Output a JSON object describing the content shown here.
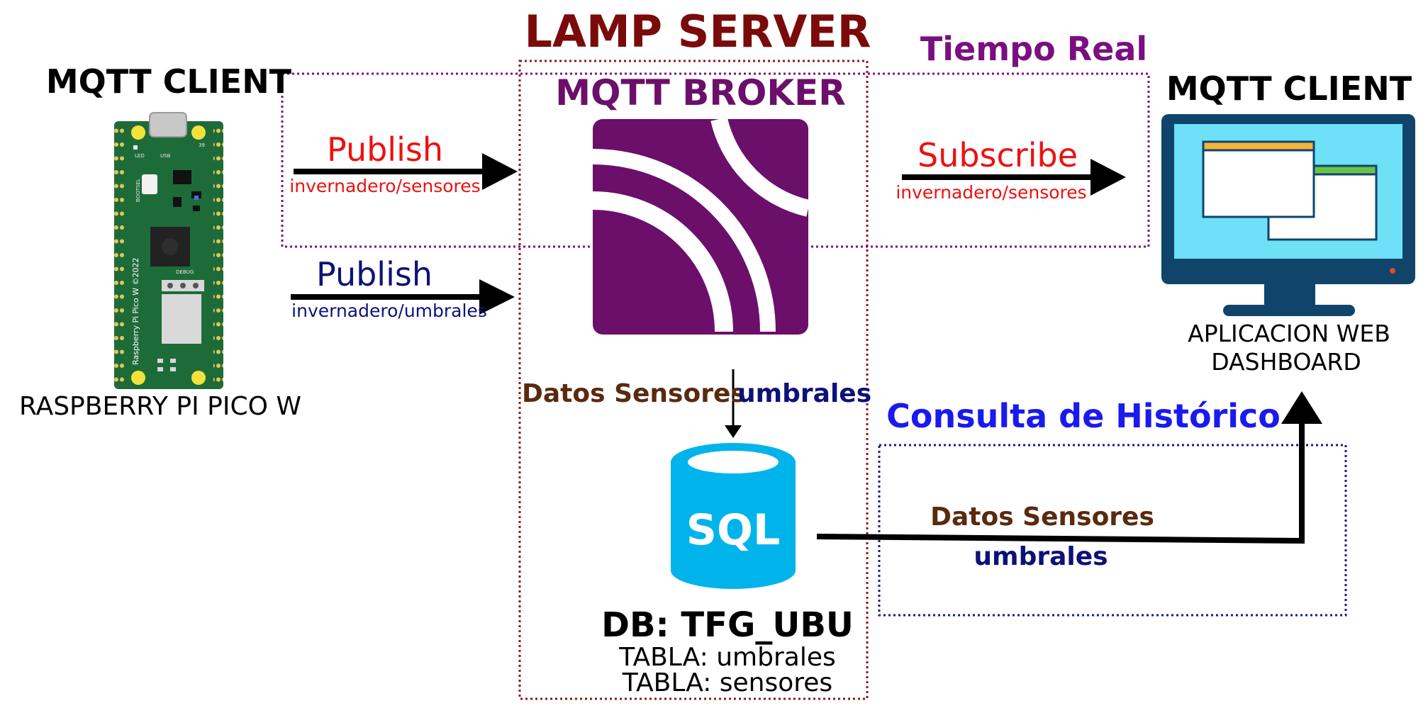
{
  "lamp_server": {
    "title": "LAMP  SERVER",
    "color": "#7b0a0a"
  },
  "realtime": {
    "title": "Tiempo Real",
    "color": "#7a1080"
  },
  "left_client": {
    "title": "MQTT CLIENT",
    "device": "RASPBERRY PI PICO W",
    "board_text": {
      "model": "Raspberry Pi Pico W ©2022",
      "bootsel": "BOOTSEL",
      "led": "LED",
      "usb": "USB",
      "debug": "DEBUG",
      "pin39": "39"
    }
  },
  "broker": {
    "title": "MQTT BROKER",
    "color": "#6b0f6b"
  },
  "publish_sensors": {
    "action": "Publish",
    "topic": "invernadero/sensores",
    "color": "#ee1111"
  },
  "publish_thresholds": {
    "action": "Publish",
    "topic": "invernadero/umbrales",
    "color": "#0d1278"
  },
  "subscribe": {
    "action": "Subscribe",
    "topic": "invernadero/sensores",
    "color": "#ee1111"
  },
  "right_client": {
    "title": "MQTT CLIENT",
    "app_line1": "APLICACION  WEB",
    "app_line2": "DASHBOARD"
  },
  "broker_to_db": {
    "left_label": "Datos Sensores",
    "right_label": "umbrales"
  },
  "database": {
    "icon_text": "SQL",
    "name": "DB: TFG_UBU",
    "table1": "TABLA: umbrales",
    "table2": "TABLA: sensores",
    "color": "#00b4eb"
  },
  "history": {
    "title": "Consulta de Histórico",
    "label1": "Datos Sensores",
    "label2": "umbrales",
    "color": "#1a1aee"
  },
  "colors": {
    "brown": "#5a2a0f",
    "navy": "#0d1278",
    "purple": "#6b0f6b",
    "monitor_frame": "#10446b",
    "monitor_screen": "#6ee0f7",
    "pcb": "#1e6b3a"
  }
}
